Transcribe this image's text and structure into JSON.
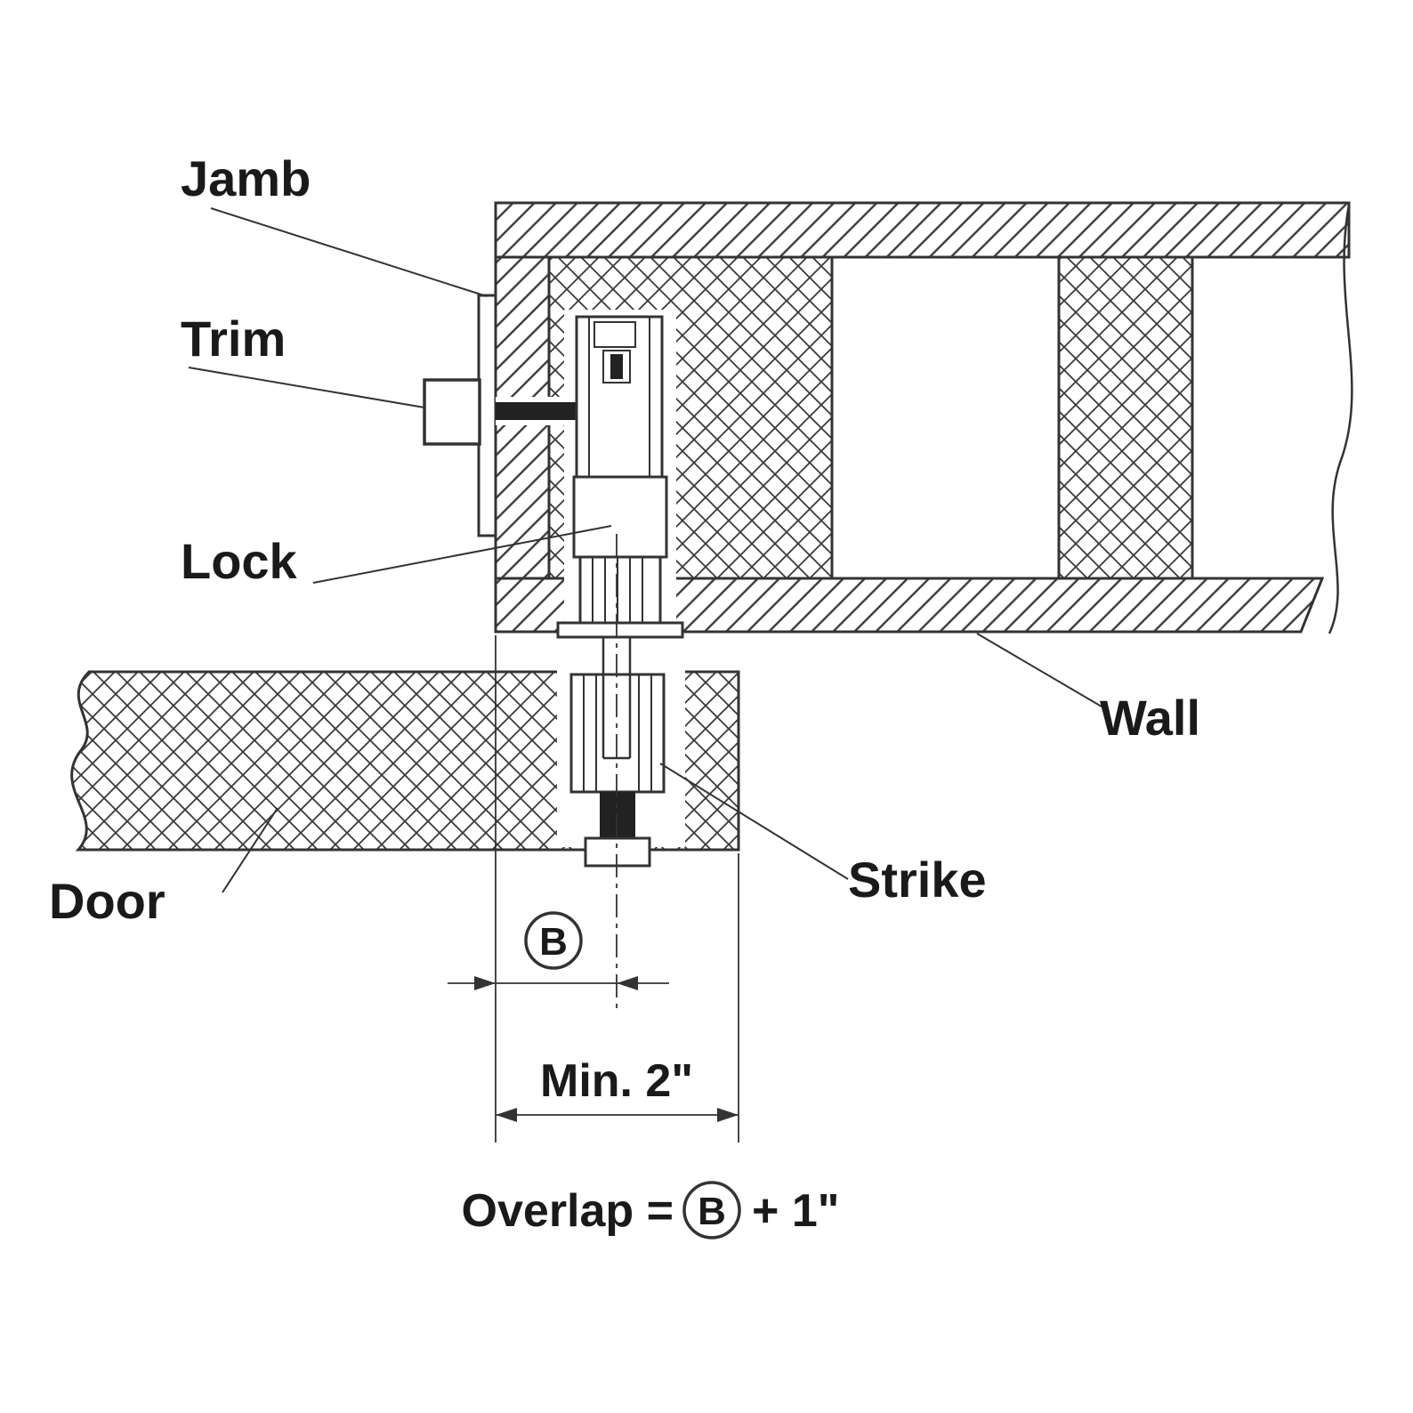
{
  "colors": {
    "background": "#ffffff",
    "line": "#333333",
    "text": "#1a1a1a"
  },
  "labels": {
    "jamb": "Jamb",
    "trim": "Trim",
    "lock": "Lock",
    "wall": "Wall",
    "door": "Door",
    "strike": "Strike"
  },
  "dimensions": {
    "b_symbol": "B",
    "min_width": "Min. 2\"",
    "overlap_prefix": "Overlap =",
    "overlap_symbol": "B",
    "overlap_suffix": "+ 1\""
  }
}
